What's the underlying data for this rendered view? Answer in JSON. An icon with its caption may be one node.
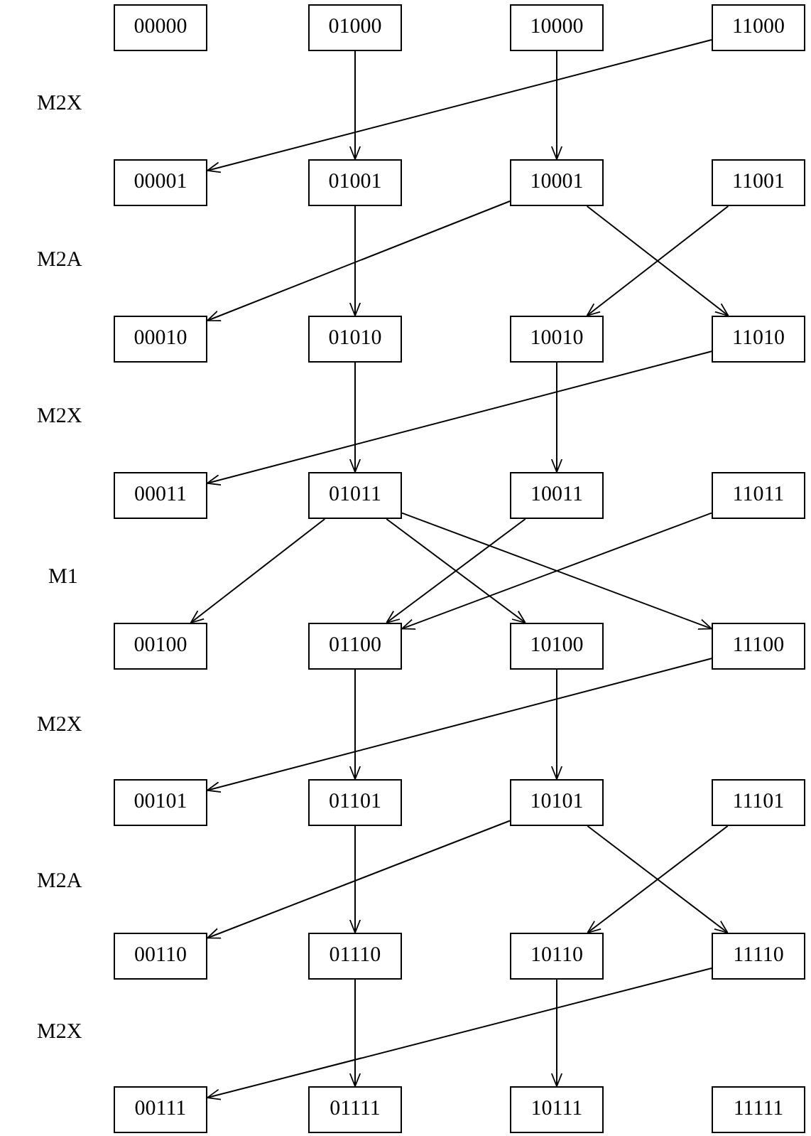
{
  "diagram": {
    "nodes": [
      {
        "text": [
          "00000"
        ]
      },
      {
        "text": [
          "01000"
        ]
      },
      {
        "text": [
          "10000"
        ]
      },
      {
        "text": [
          "11000"
        ]
      },
      {
        "text": [
          "00001"
        ]
      },
      {
        "text": [
          "01001"
        ]
      },
      {
        "text": [
          "10001"
        ]
      },
      {
        "text": [
          "11001"
        ]
      },
      {
        "text": [
          "00010"
        ]
      },
      {
        "text": [
          "01010"
        ]
      },
      {
        "text": [
          "10010"
        ]
      },
      {
        "text": [
          "11010"
        ]
      },
      {
        "text": [
          "00011"
        ]
      },
      {
        "text": [
          "01011"
        ]
      },
      {
        "text": [
          "10011"
        ]
      },
      {
        "text": [
          "11011"
        ]
      },
      {
        "text": [
          "00100"
        ]
      },
      {
        "text": [
          "01100"
        ]
      },
      {
        "text": [
          "10100"
        ]
      },
      {
        "text": [
          "11100"
        ]
      },
      {
        "text": [
          "00101"
        ]
      },
      {
        "text": [
          "01101"
        ]
      },
      {
        "text": [
          "10101"
        ]
      },
      {
        "text": [
          "11101"
        ]
      },
      {
        "text": [
          "00110"
        ]
      },
      {
        "text": [
          "01110"
        ]
      },
      {
        "text": [
          "10110"
        ]
      },
      {
        "text": [
          "11110"
        ]
      },
      {
        "text": [
          "00111"
        ]
      },
      {
        "text": [
          "01111"
        ]
      },
      {
        "text": [
          "10111"
        ]
      },
      {
        "text": [
          "11111"
        ]
      }
    ],
    "edges": [
      {
        "from": 3,
        "to": 4,
        "arrow": "to"
      },
      {
        "from": 1,
        "to": 5,
        "arrow": "to"
      },
      {
        "from": 2,
        "to": 6,
        "arrow": "to"
      },
      {
        "from": 5,
        "to": 9,
        "arrow": "to"
      },
      {
        "from": 6,
        "to": 8,
        "arrow": "to"
      },
      {
        "from": 6,
        "to": 11,
        "arrow": "to"
      },
      {
        "from": 7,
        "to": 10,
        "arrow": "to"
      },
      {
        "from": 9,
        "to": 13,
        "arrow": "to"
      },
      {
        "from": 10,
        "to": 14,
        "arrow": "to"
      },
      {
        "from": 11,
        "to": 12,
        "arrow": "to"
      },
      {
        "from": 13,
        "to": 16,
        "arrow": "to"
      },
      {
        "from": 13,
        "to": 18,
        "arrow": "to"
      },
      {
        "from": 13,
        "to": 19,
        "arrow": "to"
      },
      {
        "from": 14,
        "to": 17,
        "arrow": "to"
      },
      {
        "from": 15,
        "to": 17,
        "arrow": "to"
      },
      {
        "from": 17,
        "to": 21,
        "arrow": "to"
      },
      {
        "from": 18,
        "to": 22,
        "arrow": "to"
      },
      {
        "from": 19,
        "to": 20,
        "arrow": "to"
      },
      {
        "from": 21,
        "to": 25,
        "arrow": "to"
      },
      {
        "from": 22,
        "to": 24,
        "arrow": "to"
      },
      {
        "from": 22,
        "to": 27,
        "arrow": "to"
      },
      {
        "from": 23,
        "to": 26,
        "arrow": "to"
      },
      {
        "from": 25,
        "to": 29,
        "arrow": "to"
      },
      {
        "from": 26,
        "to": 30,
        "arrow": "to"
      },
      {
        "from": 27,
        "to": 28,
        "arrow": "to"
      }
    ],
    "labels": [
      "M2X",
      "M2A",
      "M2X",
      "M1",
      "M2X",
      "M2A",
      "M2X"
    ]
  }
}
